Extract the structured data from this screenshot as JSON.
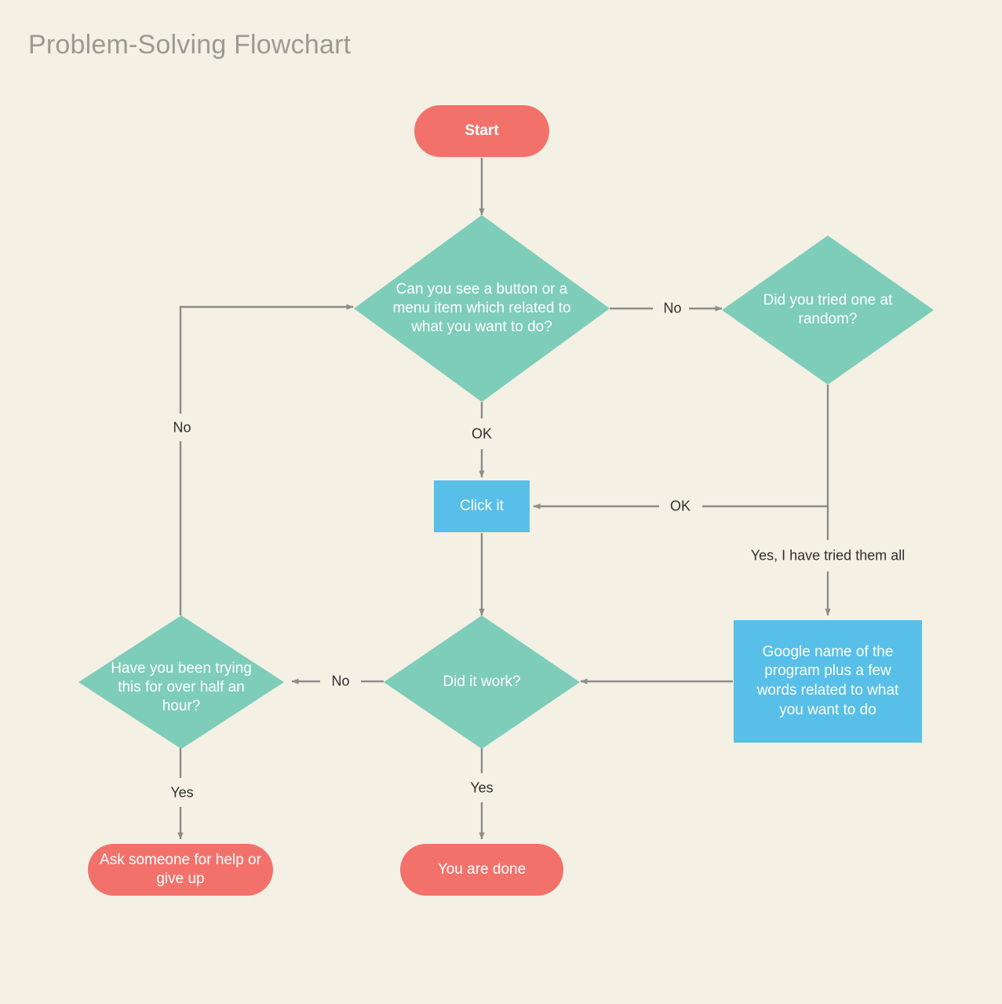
{
  "page": {
    "title": "Problem-Solving Flowchart",
    "background_color": "#F4F1E4",
    "title_color": "#9A9A93"
  },
  "palette": {
    "terminator": "#F2726B",
    "decision": "#7DCDB8",
    "process": "#57BFE8",
    "edge": "#8C8C88",
    "node_text": "#FFFFFF",
    "label_text": "#2F2F2F"
  },
  "chart_data": {
    "type": "diagram",
    "diagram_type": "flowchart",
    "title": "Problem-Solving Flowchart",
    "nodes": [
      {
        "id": "start",
        "label": "Start",
        "shape": "terminator",
        "color": "#F2726B"
      },
      {
        "id": "see_button",
        "label": "Can you see a button or a menu item which related to what you want to do?",
        "shape": "decision",
        "color": "#7DCDB8"
      },
      {
        "id": "tried_random",
        "label": "Did you tried one at random?",
        "shape": "decision",
        "color": "#7DCDB8"
      },
      {
        "id": "click_it",
        "label": "Click it",
        "shape": "process",
        "color": "#57BFE8"
      },
      {
        "id": "google_it",
        "label": "Google name of the program plus a few words related to what you want to do",
        "shape": "process",
        "color": "#57BFE8"
      },
      {
        "id": "half_hour",
        "label": "Have you been trying this for over half an hour?",
        "shape": "decision",
        "color": "#7DCDB8"
      },
      {
        "id": "did_it_work",
        "label": "Did it work?",
        "shape": "decision",
        "color": "#7DCDB8"
      },
      {
        "id": "ask_someone",
        "label": "Ask someone for help or give up",
        "shape": "terminator",
        "color": "#F2726B"
      },
      {
        "id": "you_are_done",
        "label": "You are done",
        "shape": "terminator",
        "color": "#F2726B"
      }
    ],
    "edges": [
      {
        "from": "start",
        "to": "see_button",
        "label": ""
      },
      {
        "from": "see_button",
        "to": "tried_random",
        "label": "No"
      },
      {
        "from": "see_button",
        "to": "click_it",
        "label": "OK"
      },
      {
        "from": "tried_random",
        "to": "click_it",
        "label": "OK"
      },
      {
        "from": "tried_random",
        "to": "google_it",
        "label": "Yes, I have tried them all"
      },
      {
        "from": "click_it",
        "to": "did_it_work",
        "label": ""
      },
      {
        "from": "google_it",
        "to": "did_it_work",
        "label": ""
      },
      {
        "from": "did_it_work",
        "to": "half_hour",
        "label": "No"
      },
      {
        "from": "did_it_work",
        "to": "you_are_done",
        "label": "Yes"
      },
      {
        "from": "half_hour",
        "to": "see_button",
        "label": "No"
      },
      {
        "from": "half_hour",
        "to": "ask_someone",
        "label": "Yes"
      }
    ]
  },
  "edge_labels": {
    "see_button_no": "No",
    "see_button_ok": "OK",
    "tried_random_ok": "OK",
    "tried_random_yes": "Yes, I have tried them all",
    "did_it_work_no": "No",
    "did_it_work_yes": "Yes",
    "half_hour_no": "No",
    "half_hour_yes": "Yes"
  }
}
